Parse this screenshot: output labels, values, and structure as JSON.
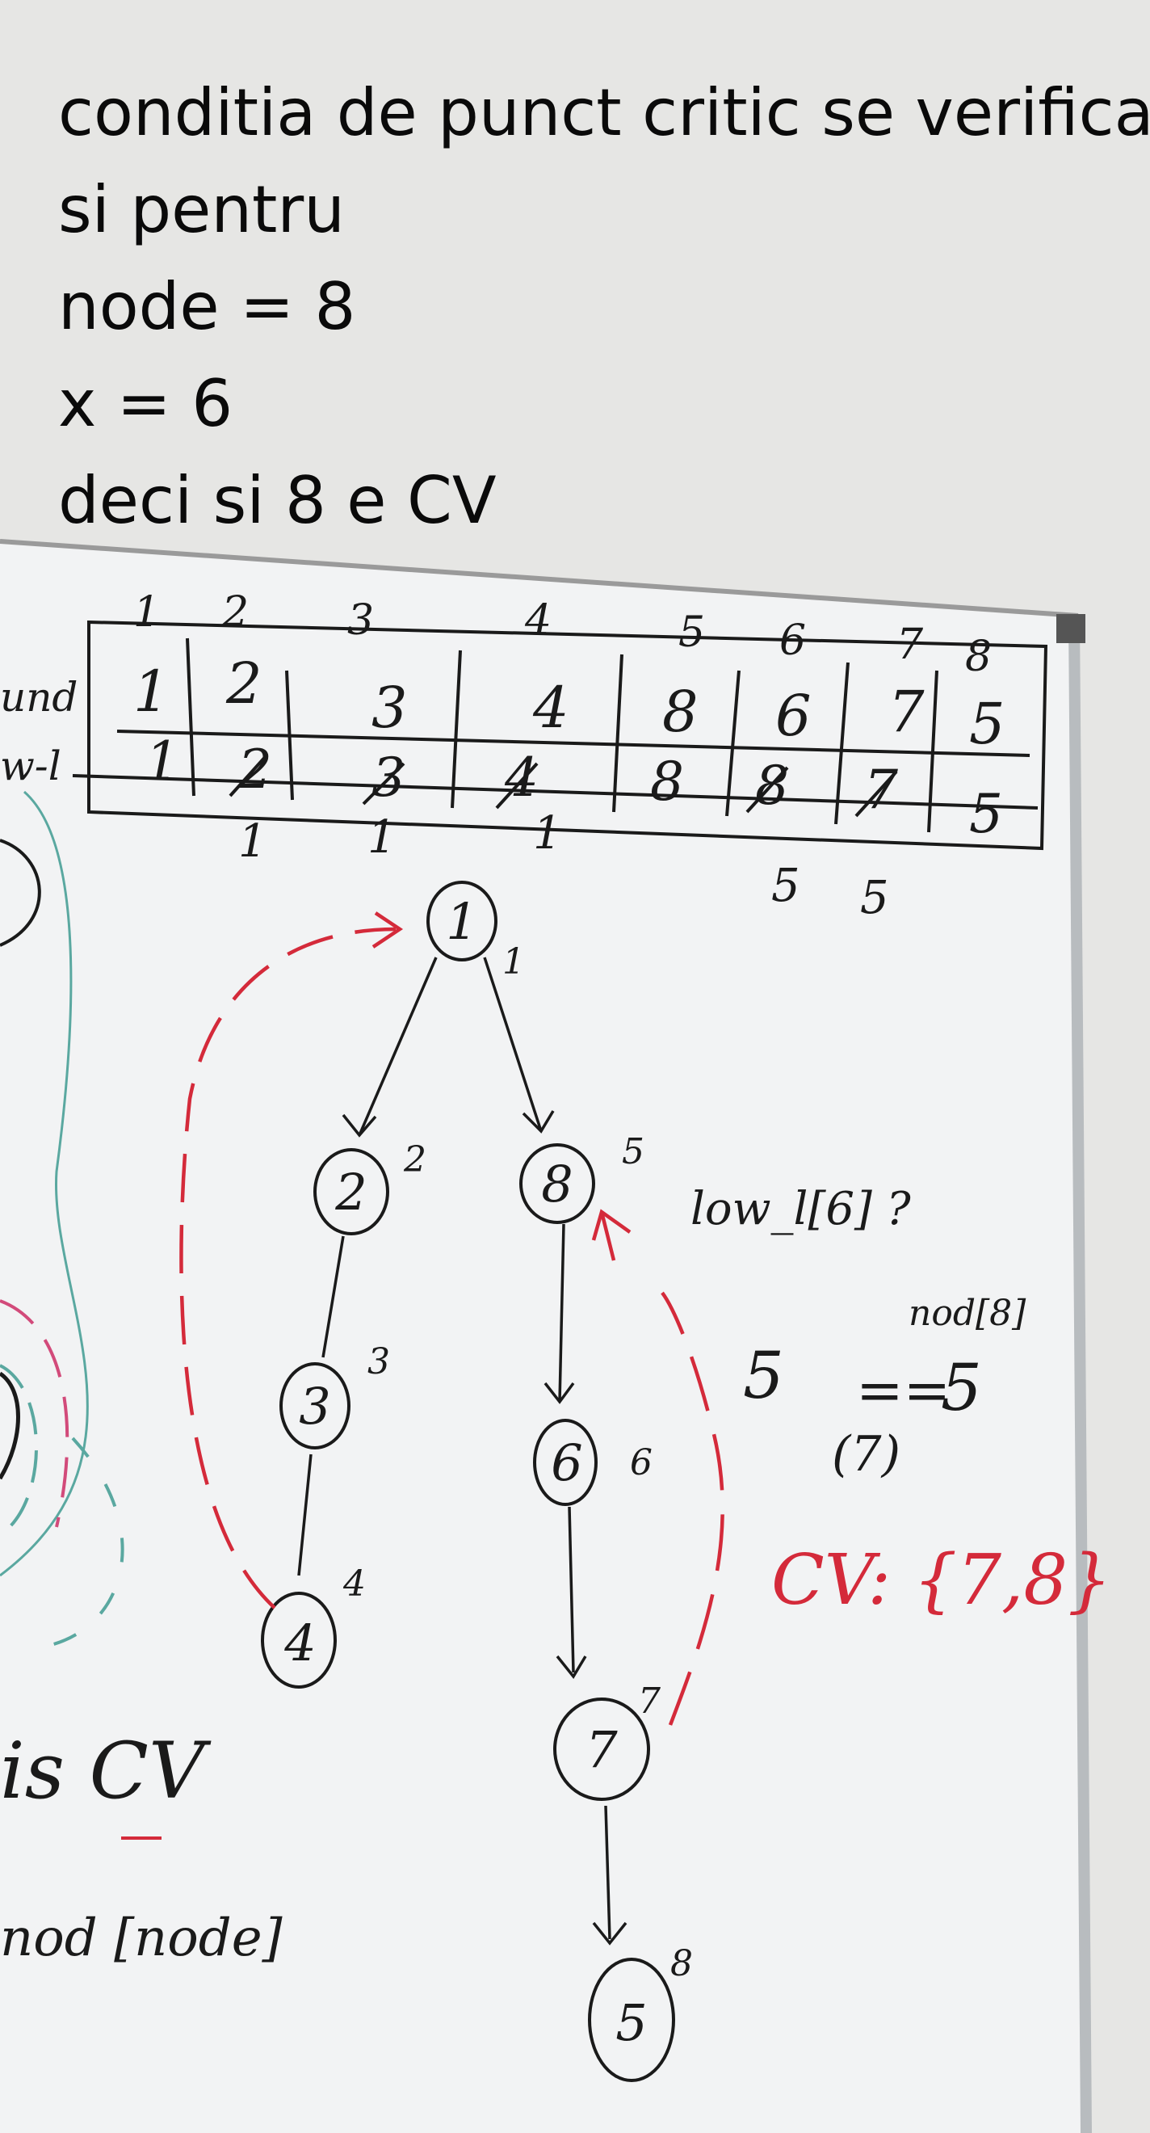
{
  "caption": {
    "line1": "conditia de punct critic se verifica",
    "line2": "si pentru",
    "line3": "node = 8",
    "line4": "x  = 6",
    "line5": "deci si 8 e CV"
  },
  "board": {
    "index_row": [
      "1",
      "2",
      "3",
      "4",
      "5",
      "6",
      "7",
      "8"
    ],
    "row_labels": [
      "und",
      "w-l"
    ],
    "nod_row": [
      "1",
      "2",
      "3",
      "4",
      "8",
      "6",
      "7",
      "5"
    ],
    "low_row": [
      "1",
      "2",
      "3",
      "4",
      "8",
      "8",
      "7",
      "5"
    ],
    "below_values": [
      "1",
      "1",
      "1",
      "5",
      "5"
    ],
    "tree_nodes": [
      "1",
      "2",
      "3",
      "4",
      "8",
      "6",
      "7",
      "5"
    ],
    "node_annotations": [
      "1",
      "2",
      "3",
      "4",
      "5",
      "6",
      "7",
      "8"
    ],
    "notes": {
      "low_query": "low_l[6] ?",
      "nod_query": "nod[8]",
      "comparison_left": "5",
      "comparison_op": "==",
      "comparison_right": "5",
      "paren_note": "(7)",
      "cv_result": "CV: {7,8}",
      "left_cv": "is CV",
      "left_bottom": "nod [node]"
    },
    "colors": {
      "marker_black": "#1a1a1a",
      "marker_red": "#d42a3a",
      "marker_teal": "#5aa8a0",
      "marker_pink": "#d24a7a"
    }
  }
}
